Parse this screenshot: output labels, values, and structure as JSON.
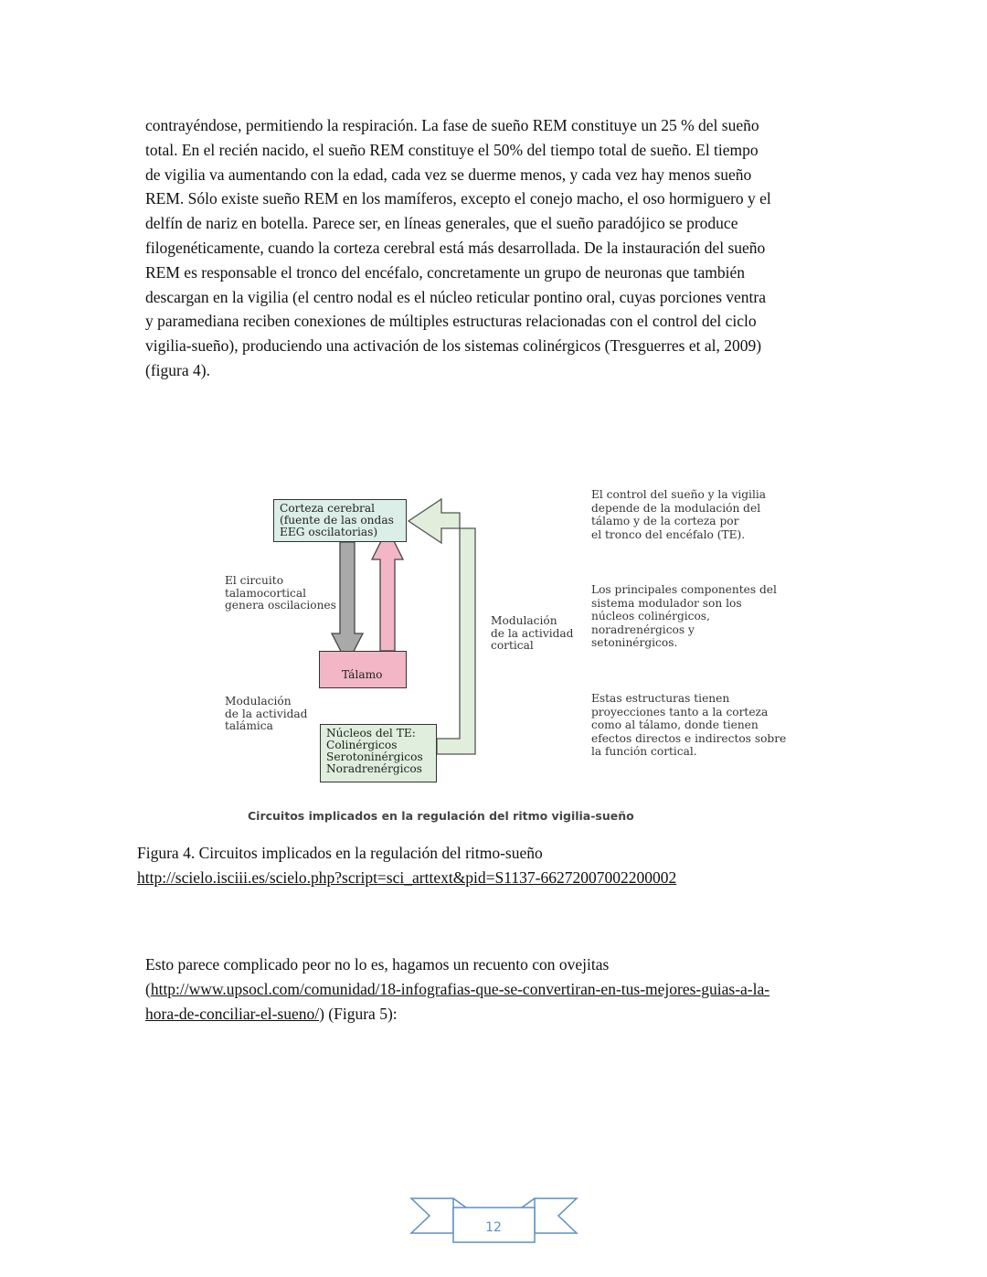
{
  "body": {
    "paragraph1_lines": [
      "contrayéndose, permitiendo la respiración. La fase de sueño REM constituye un 25 % del sueño",
      "total. En el recién nacido, el sueño REM constituye el 50% del tiempo total de sueño. El tiempo",
      "de vigilia va aumentando con la edad, cada vez se duerme menos, y cada vez hay menos sueño",
      "REM. Sólo existe sueño REM en los mamíferos, excepto el conejo macho, el oso hormiguero y el",
      "delfín de nariz en botella. Parece ser, en líneas generales, que el sueño paradójico se produce",
      "filogenéticamente, cuando la corteza cerebral está más desarrollada. De la instauración del sueño",
      "REM es responsable el tronco del encéfalo, concretamente un grupo de neuronas que también",
      "descargan en la vigilia (el centro nodal es el núcleo reticular pontino oral, cuyas porciones ventra",
      "y paramediana reciben conexiones de múltiples estructuras relacionadas con el control del ciclo",
      "vigilia-sueño), produciendo una activación de los sistemas colinérgicos (Tresguerres et al, 2009)",
      "(figura 4)."
    ],
    "paragraph2": {
      "line1": "Esto parece complicado peor no lo es, hagamos un recuento con ovejitas",
      "line2_prefix": "(",
      "link_part1": "http://www.upsocl.com/comunidad/18-infografias-que-se-convertiran-en-tus-mejores-guias-a-la-",
      "link_part2": "hora-de-conciliar-el-sueno/",
      "line3_suffix": ") (Figura 5):"
    }
  },
  "diagram": {
    "corteza_lines": [
      "Corteza cerebral",
      "(fuente de las ondas",
      "EEG oscilatorias)"
    ],
    "talamo": "Tálamo",
    "nucleos_lines": [
      "Núcleos del TE:",
      "Colinérgicos",
      "Serotoninérgicos",
      "Noradrenérgicos"
    ],
    "label_circuito_lines": [
      "El circuito",
      "talamocortical",
      "genera oscilaciones"
    ],
    "label_mod_talamica_lines": [
      "Modulación",
      "de la actividad",
      "talámica"
    ],
    "label_mod_cortical_lines": [
      "Modulación",
      "de la actividad",
      "cortical"
    ],
    "note1_lines": [
      "El control del sueño y la vigilia",
      "depende de la modulación del",
      "tálamo y de la corteza por",
      "el tronco del encéfalo (TE)."
    ],
    "note2_lines": [
      "Los principales componentes del",
      "sistema modulador son los",
      "núcleos colinérgicos,",
      "noradrenérgicos y",
      "setoninérgicos."
    ],
    "note3_lines": [
      "Estas estructuras tienen",
      "proyecciones tanto a la corteza",
      "como al tálamo, donde tienen",
      "efectos directos e indirectos sobre",
      "la función cortical."
    ],
    "caption": "Circuitos implicados en la regulación del ritmo vigilia-sueño",
    "colors": {
      "corteza": "#dbeee7",
      "talamo": "#f2b6c6",
      "nucleos": "#dfeedd",
      "arrow_down": "#a9a9a9",
      "arrow_up": "#f2b6c6",
      "feedback": "#e0eedb"
    }
  },
  "figure": {
    "caption": "Figura 4. Circuitos implicados en la regulación del ritmo-sueño",
    "url": "http://scielo.isciii.es/scielo.php?script=sci_arttext&pid=S1137-66272007002200002"
  },
  "footer": {
    "page_number": "12",
    "banner_icon": "ribbon-banner-icon",
    "banner_color": "#5b8fc7"
  }
}
